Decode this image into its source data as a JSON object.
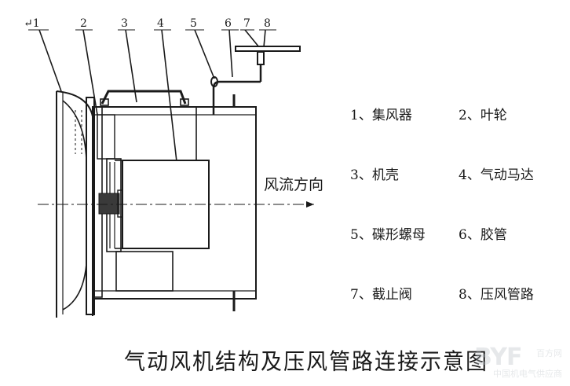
{
  "callouts": [
    "↵1",
    "2",
    "3",
    "4",
    "5",
    "6",
    "7",
    "8"
  ],
  "flow_label": "风流方向",
  "legend": [
    [
      {
        "num": "1",
        "sep": "、",
        "text": "集风器"
      },
      {
        "num": "2",
        "sep": "、",
        "text": "叶轮"
      }
    ],
    [
      {
        "num": "3",
        "sep": "、",
        "text": "机壳"
      },
      {
        "num": "4",
        "sep": "、",
        "text": "气动马达"
      }
    ],
    [
      {
        "num": "5",
        "sep": "、",
        "text": "碟形螺母"
      },
      {
        "num": "6",
        "sep": "、",
        "text": "胶管"
      }
    ],
    [
      {
        "num": "7",
        "sep": "、",
        "text": "截止阀"
      },
      {
        "num": "8",
        "sep": "、",
        "text": "压风管路"
      }
    ]
  ],
  "caption": "气动风机结构及压风管路连接示意图",
  "watermark": {
    "logo": "BYF",
    "domain": "百方网",
    "sub": "中国机电气供应商"
  }
}
